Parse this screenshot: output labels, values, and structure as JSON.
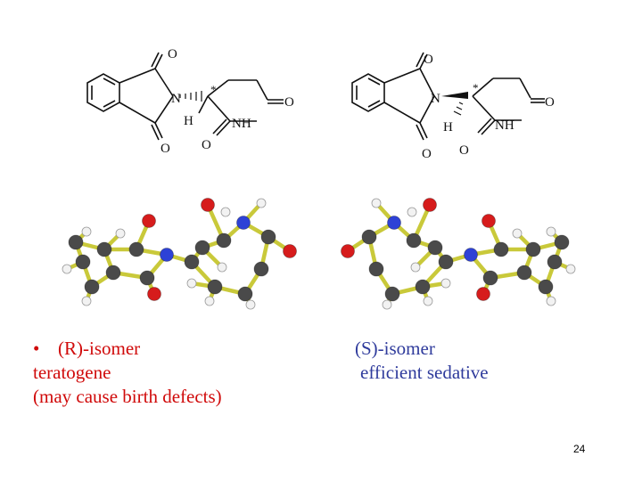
{
  "structures": {
    "r_isomer": {
      "atom_labels": {
        "o_top": "O",
        "o_bottom": "O",
        "n_imide": "N",
        "o_right": "O",
        "o_lower": "O",
        "nh": "NH",
        "h": "H",
        "stereo_mark": "*"
      }
    },
    "s_isomer": {
      "atom_labels": {
        "o_top": "O",
        "o_bottom": "O",
        "n_imide": "N",
        "o_right": "O",
        "o_lower": "O",
        "nh": "NH",
        "h": "H",
        "stereo_mark": "*"
      }
    }
  },
  "models": {
    "atom_colors": {
      "carbon": "#4a4a4a",
      "hydrogen": "#f2f2f2",
      "oxygen": "#d61c1c",
      "nitrogen": "#2e42d6",
      "bond": "#c9c93a"
    }
  },
  "captions": {
    "left": {
      "bullet": "•",
      "title": "(R)-isomer",
      "line2": "teratogene",
      "line3": "(may cause birth defects)",
      "color": "#d00a0a"
    },
    "right": {
      "title": "(S)-isomer",
      "line2": "efficient sedative",
      "color": "#2f3b9c"
    }
  },
  "page_number": "24"
}
